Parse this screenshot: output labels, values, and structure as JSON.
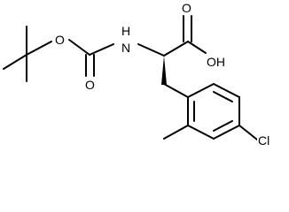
{
  "structure": {
    "atom_labels": {
      "carbonyl_oxygen_boc": "O",
      "ether_oxygen_boc": "O",
      "amide_nitrogen": "H\nN",
      "carbonyl_oxygen_acid": "O",
      "hydroxyl": "OH",
      "chlorine": "Cl"
    },
    "colors": {
      "ink": "#000000",
      "background": "#ffffff"
    }
  }
}
